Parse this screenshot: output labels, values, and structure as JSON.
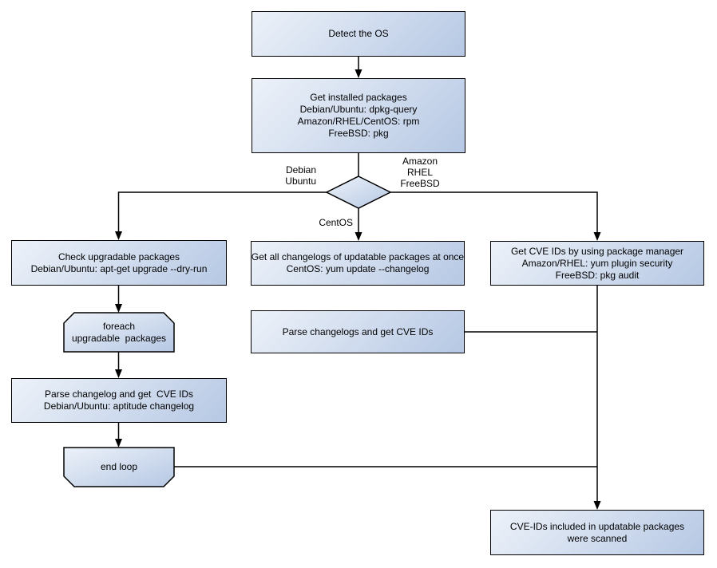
{
  "diagram_type": "flowchart",
  "colors": {
    "background": "#ffffff",
    "node_fill_light": "#edf2f9",
    "node_fill_dark": "#b6c8e4",
    "node_border": "#000000",
    "connector": "#000000",
    "text": "#000000"
  },
  "nodes": {
    "detect_os": {
      "lines": [
        "Detect the OS"
      ]
    },
    "get_installed": {
      "lines": [
        "Get installed packages",
        "Debian/Ubuntu: dpkg-query",
        "Amazon/RHEL/CentOS: rpm",
        "FreeBSD: pkg"
      ]
    },
    "check_upgradable": {
      "lines": [
        "Check upgradable packages",
        "Debian/Ubuntu: apt-get upgrade --dry-run"
      ]
    },
    "foreach_loop": {
      "lines": [
        "foreach",
        "upgradable  packages"
      ]
    },
    "parse_changelog_deb": {
      "lines": [
        "Parse changelog and get  CVE IDs",
        "Debian/Ubuntu: aptitude changelog"
      ]
    },
    "end_loop": {
      "lines": [
        "end loop"
      ]
    },
    "get_all_changelogs": {
      "lines": [
        "Get all changelogs of updatable packages at once",
        "CentOS: yum update --changelog"
      ]
    },
    "parse_changelogs_centos": {
      "lines": [
        "Parse changelogs and get CVE IDs"
      ]
    },
    "get_cve_pkg_manager": {
      "lines": [
        "Get CVE IDs by using package manager",
        "Amazon/RHEL: yum plugin security",
        "FreeBSD: pkg audit"
      ]
    },
    "scanned_result": {
      "lines": [
        "CVE-IDs included in updatable packages",
        "were scanned"
      ]
    }
  },
  "edge_labels": {
    "debian": {
      "lines": [
        "Debian",
        "Ubuntu"
      ]
    },
    "amazon": {
      "lines": [
        "Amazon",
        "RHEL",
        "FreeBSD"
      ]
    },
    "centos": {
      "lines": [
        "CentOS"
      ]
    }
  }
}
